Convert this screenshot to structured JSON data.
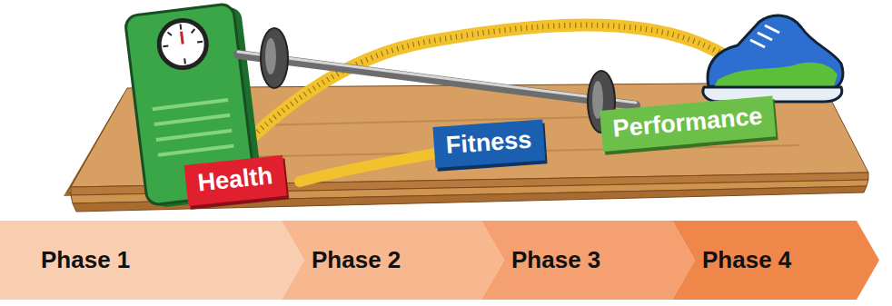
{
  "diagram": {
    "nodes": [
      {
        "text": [
          "Health"
        ]
      },
      {
        "text": [
          "Fitness"
        ]
      },
      {
        "text": [
          "Performance"
        ]
      },
      {
        "text": [
          "Phase 1"
        ]
      },
      {
        "text": [
          "Phase 2"
        ]
      },
      {
        "text": [
          "Phase 3"
        ]
      },
      {
        "text": [
          "Phase 4"
        ]
      }
    ]
  }
}
